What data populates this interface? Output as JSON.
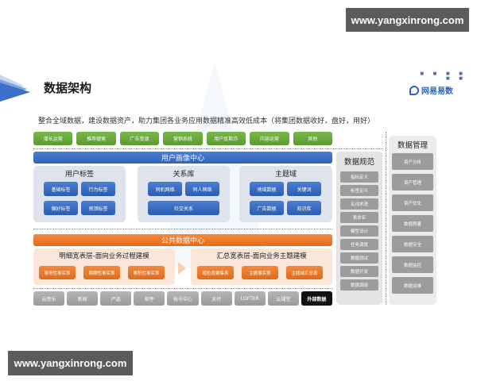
{
  "watermarks": {
    "top": "www.yangxinrong.com",
    "bottom": "www.yangxinrong.com"
  },
  "header": {
    "title": "数据架构",
    "subtitle": "整合全域数据，建设数据资产，助力集团各业务应用数据精准高效低成本（将集团数据收好，盘好，用好）",
    "logo": {
      "tagline_dots": "■ ■ ■ ■ ■ ■",
      "name": "网易易数",
      "icon": "netease-yishu-logo-icon",
      "brand_color": "#2a63c4"
    }
  },
  "applications": {
    "color": "#6aaa3e",
    "items": [
      "增长运营",
      "推荐搜索",
      "广告变现",
      "营销系统",
      "用户反欺诈",
      "内容运营",
      "其他"
    ]
  },
  "user_profile_center": {
    "title": "用户画像中心",
    "color": "#3a6fc6",
    "panels": [
      {
        "title": "用户标签",
        "items": [
          "基础标签",
          "行为标签",
          "偏好标签",
          "预测标签"
        ]
      },
      {
        "title": "关系库",
        "items": [
          "同机网络",
          "同人网络",
          "社交关系"
        ]
      },
      {
        "title": "主题域",
        "items": [
          "地域数据",
          "关键词",
          "广告数据",
          "知识库"
        ]
      }
    ]
  },
  "public_data_center": {
    "title": "公共数据中心",
    "color": "#ee7a2a",
    "layers": [
      {
        "title": "明细宽表层-面向业务过程建模",
        "items": [
          "事务性事实表",
          "周期性事实表",
          "累积性事实表"
        ]
      },
      {
        "title": "汇总宽表层-面向业务主题建模",
        "items": [
          "粗粒度聚集表",
          "主题事实表",
          "主题域汇总表"
        ]
      }
    ]
  },
  "data_sources": {
    "items": [
      "云音乐",
      "新闻",
      "严选",
      "邮件",
      "帐号中心",
      "支付",
      "LOFTER",
      "云课堂",
      "外部数据"
    ],
    "highlighted": "外部数据"
  },
  "data_specification": {
    "title": "数据规范",
    "items": [
      "指标定义",
      "标签定义",
      "名词术语",
      "表命名",
      "模型设计",
      "任务调度",
      "数据测试",
      "数据开发",
      "数据调研"
    ]
  },
  "data_management": {
    "title": "数据管理",
    "items": [
      "资产分析",
      "资产管理",
      "资产优化",
      "数据质量",
      "数据安全",
      "数据监控",
      "数据运维"
    ]
  }
}
